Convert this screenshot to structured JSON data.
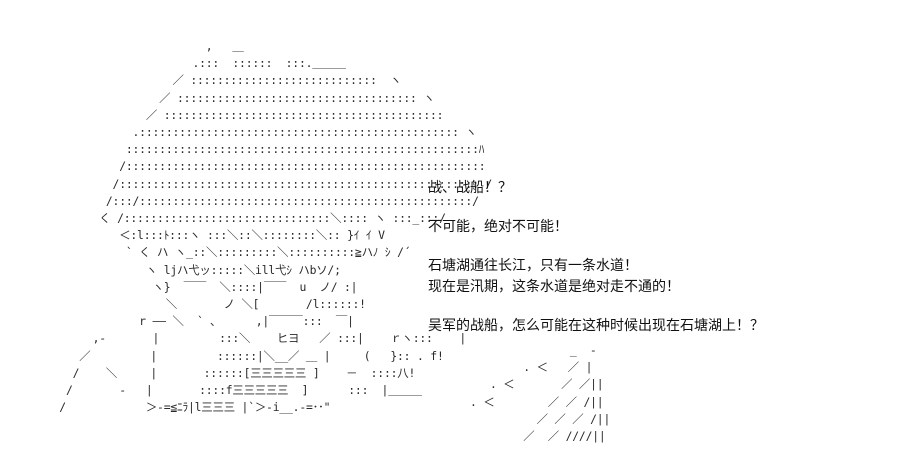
{
  "art": {
    "ascii_lines": [
      "                           ,   ＿",
      "                         .:::  ::::::  :::.＿＿＿",
      "                      ／ ::::::::::::::::::::::::::::  ヽ",
      "                    ／ :::::::::::::::::::::::::::::::::::: ヽ",
      "                  ／ ::::::::::::::::::::::::::::::::::::::::::",
      "                .:::::::::::::::::::::::::::::::::::::::::::::::: ヽ",
      "               :::::::::::::::::::::::::::::::::::::::::::::::::::::ﾊ",
      "              /::::::::::::::::::::::::::::::::::::::::::::::::::::::",
      "             /:::::::::::::::::::::::::::::::::::::::::::::::::::::: /",
      "            /:::/::::::::::::::::::::::::::::::::::::::::::::::::::/",
      "           く /:::::::::::::::::::::::::::::::＼:::: ヽ :::_:::/",
      "              ＜:l:::ﾄ:::ヽ :::＼::＼::::::::＼:: }ｲ ｲ V",
      "               ` く ハ ヽ_::＼:::::::::＼::::::::::≧ハﾉ ｼ /´",
      "                  ヽ ljハ弋ッ:::::＼ill弋ｼ ハbソ/;",
      "                   ヽ}  ￣￣  ＼::::|￣￣  u  ノ/ :|",
      "                     ＼       ノ ＼[       /l::::::!",
      "                 r ―― ＼  ` ､      ,|￣￣￣:::  ￣|",
      "          ,-       |         :::＼    ヒヨ   ／ :::|    ｒヽ:::    |",
      "        ／         |         ::::::|＼__／ ＿ |     (   }:: . f!",
      "       /    ＼     |       ::::::[三三三三三 ]    －  ::::八!",
      "      /       -   |       ::::f三三三三三  ]      :::  |＿＿＿",
      "     /            ＞-=≦ﾆﾗ|l三三三 |`＞-i__.-=･･\""
    ],
    "right_art_lines": [
      "               _  -",
      "        . ＜   ／ |",
      "   . ＜       ／ ／||",
      ". ＜        ／ ／ /||",
      "          ／ ／ ／ /||",
      "        ／  ／ ////||"
    ]
  },
  "dialogue": [
    "战、战船！？",
    "",
    "不可能，绝对不可能！",
    "",
    "石塘湖通往长江，只有一条水道！",
    "现在是汛期，这条水道是绝对走不通的！",
    "",
    "吴军的战船，怎么可能在这种时候出现在石塘湖上！？"
  ]
}
